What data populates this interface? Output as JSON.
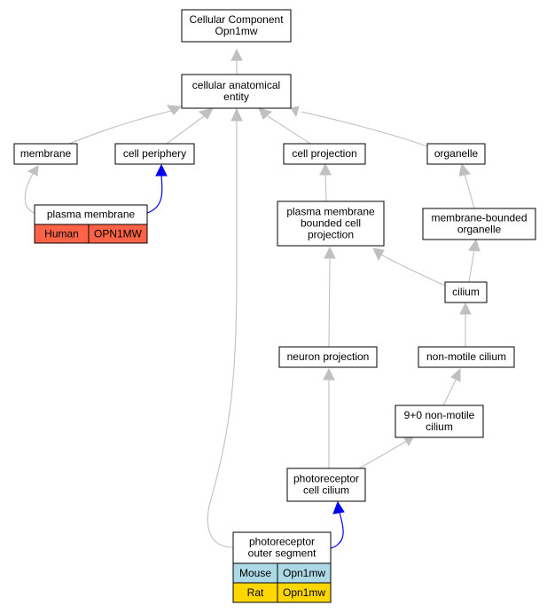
{
  "colors": {
    "edge_isa": "#c0c0c0",
    "edge_annotation": "#0000ee",
    "human": "#ff6347",
    "mouse": "#add8e6",
    "rat": "#ffd700"
  },
  "nodes": {
    "root": [
      "Cellular Component",
      "Opn1mw"
    ],
    "cae": [
      "cellular anatomical",
      "entity"
    ],
    "membrane": [
      "membrane"
    ],
    "cell_periphery": [
      "cell periphery"
    ],
    "cell_projection": [
      "cell projection"
    ],
    "organelle": [
      "organelle"
    ],
    "plasma_membrane": [
      "plasma membrane"
    ],
    "pmbcp": [
      "plasma membrane",
      "bounded cell",
      "projection"
    ],
    "mbo": [
      "membrane-bounded",
      "organelle"
    ],
    "cilium": [
      "cilium"
    ],
    "neuron_projection": [
      "neuron projection"
    ],
    "nonmotile_cilium": [
      "non-motile cilium"
    ],
    "nine_zero": [
      "9+0 non-motile",
      "cilium"
    ],
    "pcc": [
      "photoreceptor",
      "cell cilium"
    ],
    "pos": [
      "photoreceptor",
      "outer segment"
    ]
  },
  "annotations": {
    "plasma_membrane": [
      {
        "species": "Human",
        "gene": "OPN1MW",
        "color": "#ff6347"
      }
    ],
    "pos": [
      {
        "species": "Mouse",
        "gene": "Opn1mw",
        "color": "#add8e6"
      },
      {
        "species": "Rat",
        "gene": "Opn1mw",
        "color": "#ffd700"
      }
    ]
  }
}
